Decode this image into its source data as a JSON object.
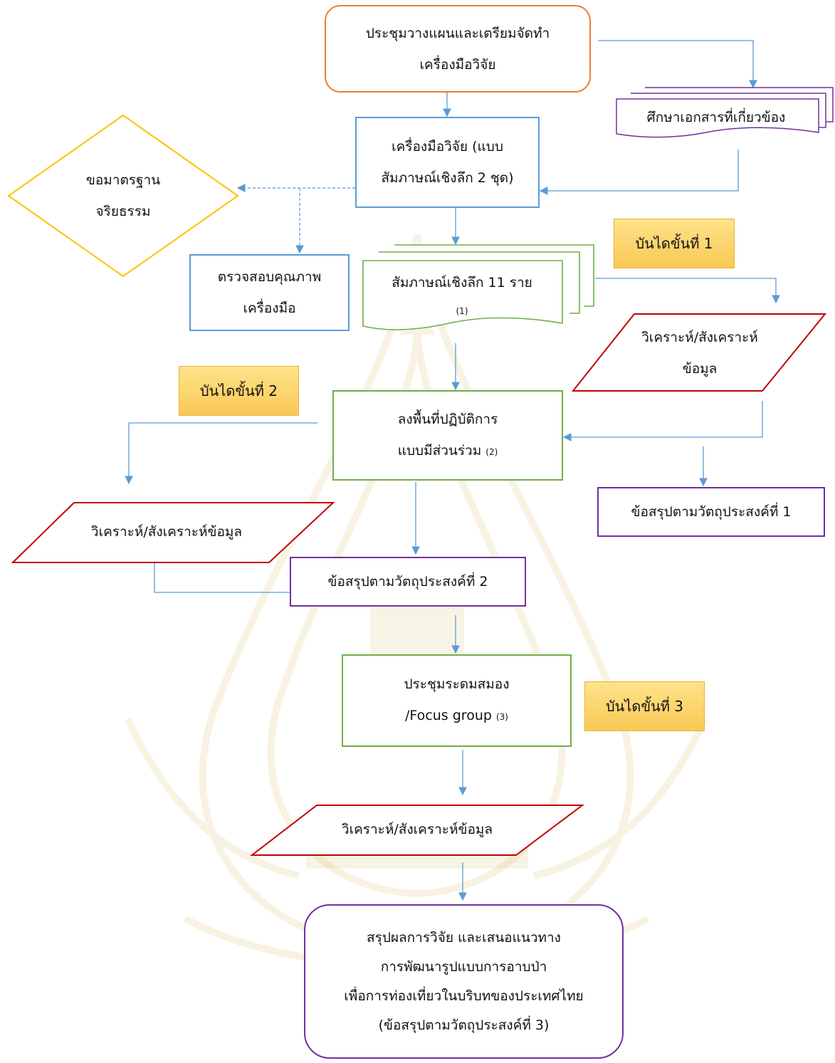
{
  "nodes": {
    "plan_meeting": {
      "line1": "ประชุมวางแผนและเตรียมจัดทำ",
      "line2": "เครื่องมือวิจัย"
    },
    "study_docs": {
      "text": "ศึกษาเอกสารที่เกี่ยวข้อง"
    },
    "research_tool": {
      "line1": "เครื่องมือวิจัย (แบบ",
      "line2": "สัมภาษณ์เชิงลึก 2 ชุด)"
    },
    "ethics": {
      "line1": "ขอมาตรฐาน",
      "line2": "จริยธรรม"
    },
    "quality_check": {
      "line1": "ตรวจสอบคุณภาพ",
      "line2": "เครื่องมือ"
    },
    "interview": {
      "line1": "สัมภาษณ์เชิงลึก  11 ราย",
      "line2": "(1)"
    },
    "analysis_1": {
      "line1": "วิเคราะห์/สังเคราะห์",
      "line2": "ข้อมูล"
    },
    "fieldwork": {
      "line1": "ลงพื้นที่ปฏิบัติการ",
      "line2": "แบบมีส่วนร่วม",
      "note": "(2)"
    },
    "conclusion_1": {
      "text": "ข้อสรุปตามวัตถุประสงค์ที่ 1"
    },
    "analysis_2": {
      "text": "วิเคราะห์/สังเคราะห์ข้อมูล"
    },
    "conclusion_2": {
      "text": "ข้อสรุปตามวัตถุประสงค์ที่ 2"
    },
    "brainstorm": {
      "line1": "ประชุมระดมสมอง",
      "line2": "/Focus group",
      "note": "(3)"
    },
    "analysis_3": {
      "text": "วิเคราะห์/สังเคราะห์ข้อมูล"
    },
    "final": {
      "line1": "สรุปผลการวิจัย และเสนอแนวทาง",
      "line2": "การพัฒนารูปแบบการอาบป่า",
      "line3": "เพื่อการท่องเที่ยวในบริบทของประเทศไทย",
      "line4": "(ข้อสรุปตามวัตถุประสงค์ที่ 3)"
    }
  },
  "steps": {
    "step1": "บันไดขั้นที่ 1",
    "step2": "บันไดขั้นที่ 2",
    "step3": "บันไดขั้นที่ 3"
  },
  "colors": {
    "orange": "#ed7d31",
    "blue": "#5b9bd5",
    "purple": "#7030a0",
    "green": "#70ad47",
    "red": "#c00000",
    "gold": "#ffc000",
    "badge": "#ffd966",
    "watermark": "#c9a227"
  }
}
